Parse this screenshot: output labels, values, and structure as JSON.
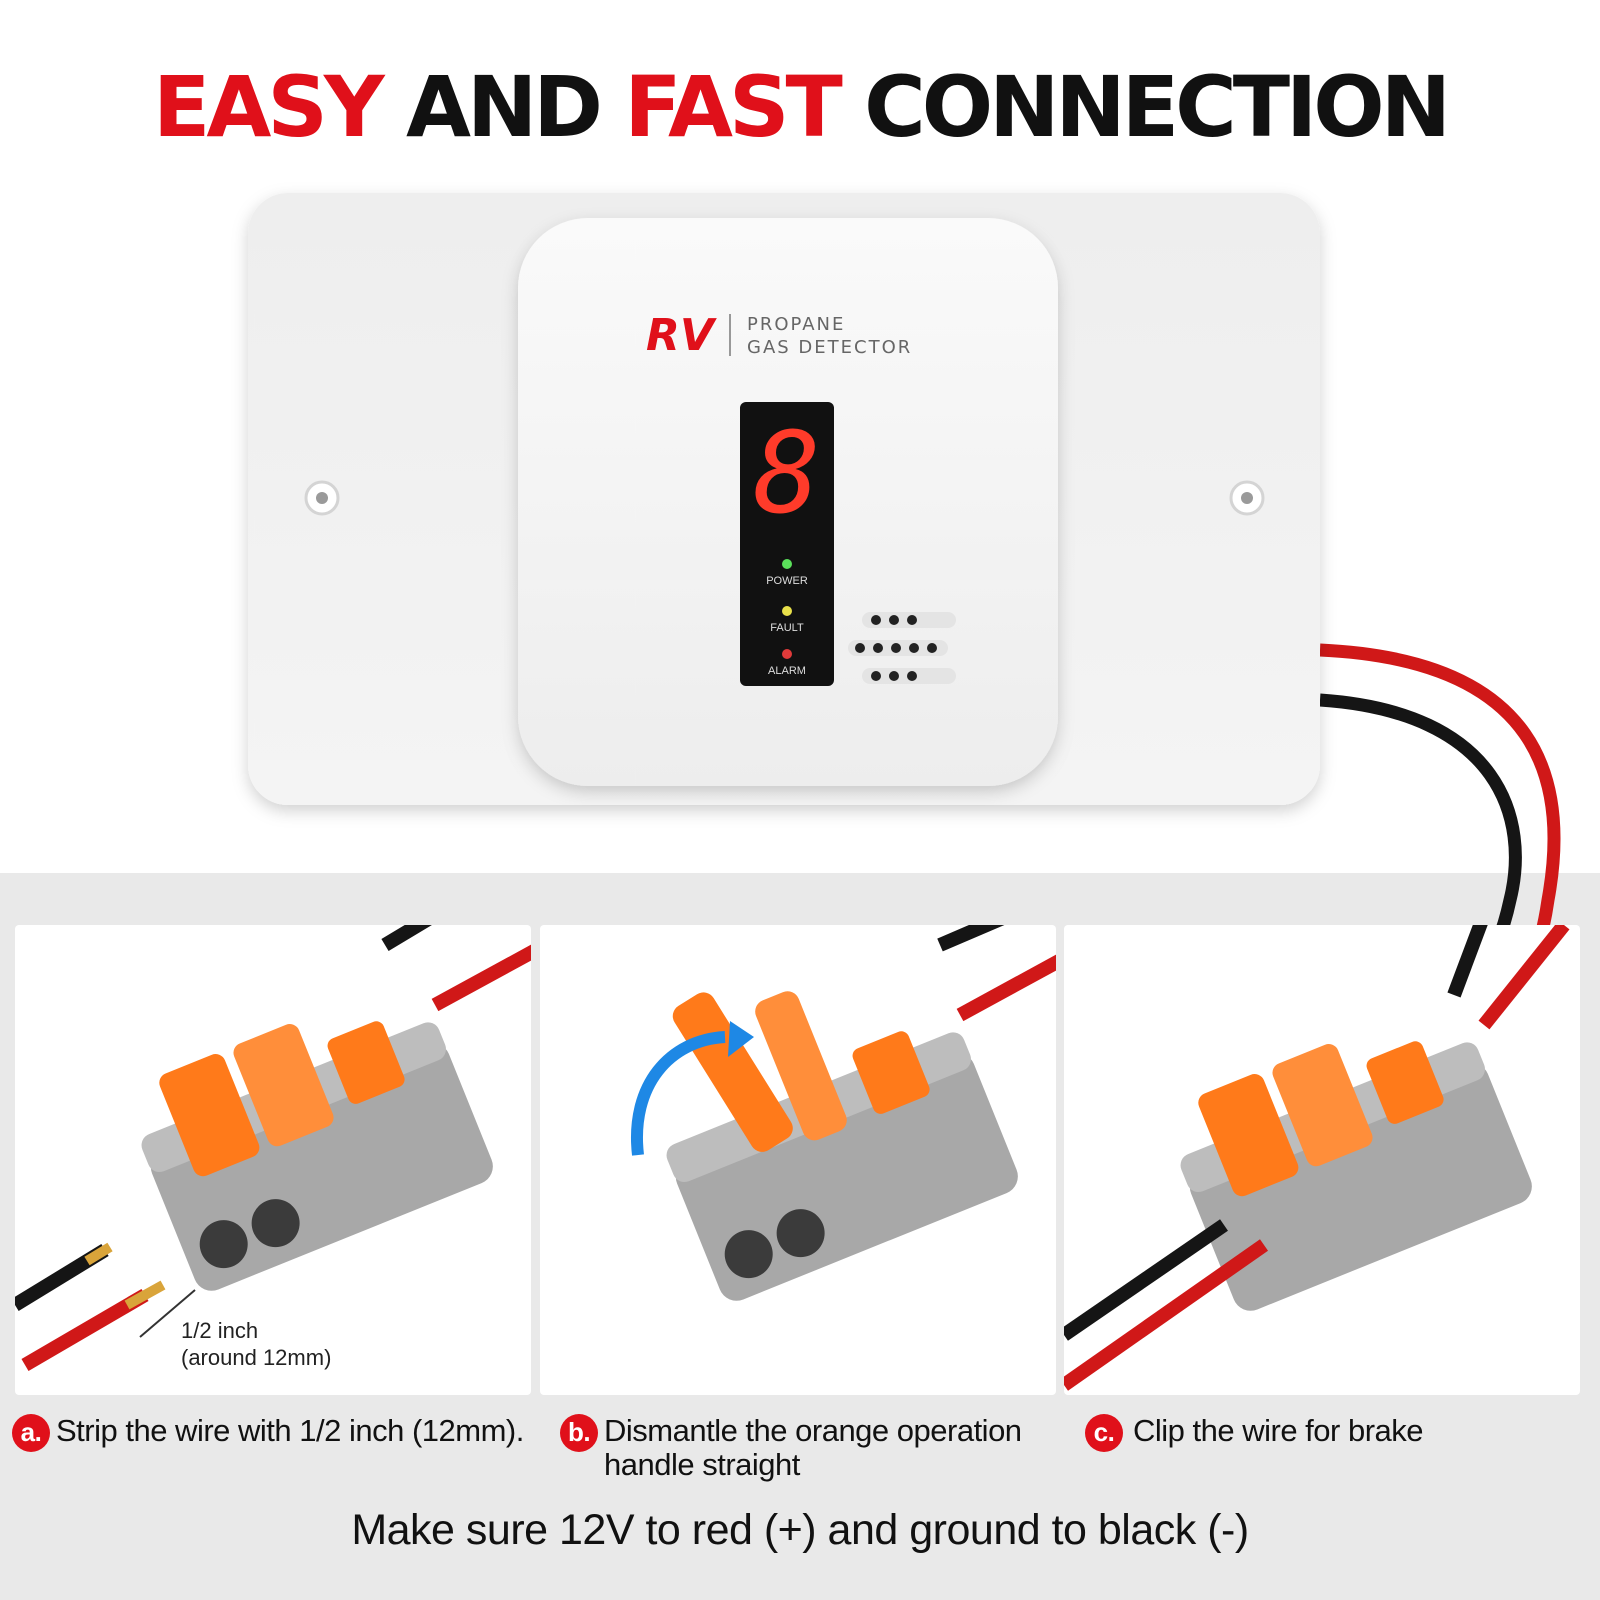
{
  "headline": {
    "part1": "EASY",
    "part2": "AND",
    "part3": "FAST",
    "part4": "CONNECTION"
  },
  "device": {
    "logo": "RV",
    "brand_line1": "PROPANE",
    "brand_line2": "GAS DETECTOR",
    "display_digit": "8",
    "indicators": [
      {
        "label": "POWER",
        "color": "#5be05b"
      },
      {
        "label": "FAULT",
        "color": "#e8e04a"
      },
      {
        "label": "ALARM",
        "color": "#e03a3a"
      }
    ]
  },
  "panels": {
    "a": {
      "measure_line1": "1/2 inch",
      "measure_line2": "(around 12mm)"
    }
  },
  "steps": [
    {
      "badge": "a.",
      "line1": "Strip the wire with 1/2 inch (12mm).",
      "line2": ""
    },
    {
      "badge": "b.",
      "line1": "Dismantle the orange operation",
      "line2": "handle straight"
    },
    {
      "badge": "c.",
      "line1": "Clip the wire for brake",
      "line2": ""
    }
  ],
  "footer": "Make sure 12V to red (+) and ground to black (-)",
  "colors": {
    "accent_red": "#e0101a",
    "wire_red": "#d01818",
    "wire_black": "#151515",
    "connector_orange": "#ff7a1a",
    "connector_gray": "#a9a9a9"
  }
}
